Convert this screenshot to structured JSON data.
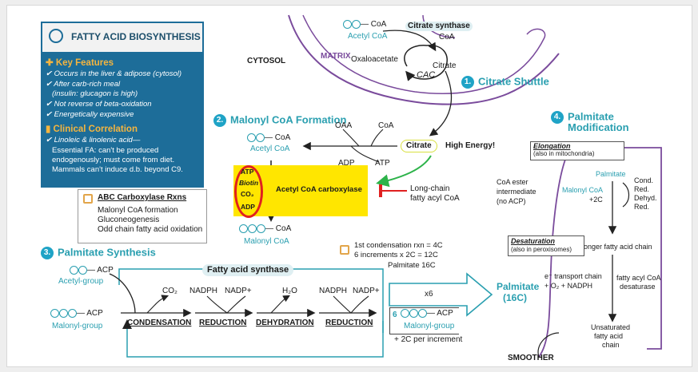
{
  "sidebar": {
    "title": "FATTY ACID BIOSYNTHESIS",
    "key_features_heading": "Key Features",
    "features": [
      "Occurs in the liver & adipose (cytosol)",
      "After carb-rich meal",
      "(insulin: glucagon is high)",
      "Not reverse of beta-oxidation",
      "Energetically expensive"
    ],
    "clinical_heading": "Clinical Correlation",
    "clinical_items": [
      "Linoleic & linolenic acid—",
      "Essential FA: can't be produced",
      "endogenously; must come from diet.",
      "Mammals can't induce d.b. beyond C9."
    ],
    "check_glyph": "✔",
    "plus_glyph": "✚"
  },
  "abc_box": {
    "title": "ABC Carboxylase Rxns",
    "items": [
      "Malonyl CoA formation",
      "Gluconeogenesis",
      "Odd chain fatty acid oxidation"
    ]
  },
  "cytosol_label": "CYTOSOL",
  "matrix_label": "MATRIX",
  "citrate_shuttle": {
    "num": "1.",
    "title": "Citrate Shuttle",
    "acetyl_coa_coa": "CoA",
    "acetyl_coa": "Acetyl CoA",
    "citrate_synthase": "Citrate synthase",
    "coa_right": "CoA",
    "oxaloacetate": "Oxaloacetate",
    "citrate": "Citrate",
    "cac": "CAC"
  },
  "malonyl_formation": {
    "num": "2.",
    "title": "Malonyl CoA Formation",
    "coa_top": "CoA",
    "acetyl_coa": "Acetyl CoA",
    "oaa": "OAA",
    "coa_right": "CoA",
    "citrate": "Citrate",
    "high_energy": "High Energy!",
    "adp": "ADP",
    "atp": "ATP",
    "cofactors": [
      "ATP",
      "Biotin",
      "CO₂",
      "ADP"
    ],
    "enzyme": "Acetyl CoA carboxylase",
    "inhibitor": [
      "Long-chain",
      "fatty acyl CoA"
    ],
    "malonyl_coa_coa": "CoA",
    "malonyl_coa": "Malonyl CoA"
  },
  "palmitate_synthesis": {
    "num": "3.",
    "title": "Palmitate Synthesis",
    "acetyl_acp": "ACP",
    "acetyl_group": "Acetyl-group",
    "malonyl_acp": "ACP",
    "malonyl_group": "Malonyl-group",
    "fas": "Fatty acid synthase",
    "co2": "CO₂",
    "nadph1": "NADPH",
    "nadp1": "NADP+",
    "h2o": "H₂O",
    "nadph2": "NADPH",
    "nadp2": "NADP+",
    "steps": [
      "CONDENSATION",
      "REDUCTION",
      "DEHYDRATION",
      "REDUCTION"
    ],
    "note_lines": [
      "1st condensation rxn = 4C",
      "6 increments x 2C = 12C",
      "Palmitate 16C"
    ],
    "x6": "x6",
    "six": "6",
    "loop_acp": "ACP",
    "loop_group": "Malonyl-group",
    "plus_2c": "+ 2C per increment",
    "palmitate": "Palmitate",
    "palmitate_c": "(16C)"
  },
  "palmitate_modification": {
    "num": "4.",
    "title": [
      "Palmitate",
      "Modification"
    ],
    "elongation": "Elongation",
    "elongation_note": "(also in mitochondria)",
    "palmitate": "Palmitate",
    "malonyl_coa": "Malonyl CoA",
    "plus_2c": "+2C",
    "coa_ester": [
      "CoA ester",
      "intermediate",
      "(no ACP)"
    ],
    "cond_steps": [
      "Cond.",
      "Red.",
      "Dehyd.",
      "Red."
    ],
    "longer_chain": "Longer fatty acid chain",
    "desaturation": "Desaturation",
    "desaturation_note": "(also in peroxisomes)",
    "etc": [
      "e⁻ transport chain",
      "+ O₂ + NADPH"
    ],
    "desaturase": [
      "fatty acyl CoA",
      "desaturase"
    ],
    "unsaturated": [
      "Unsaturated",
      "fatty acid",
      "chain"
    ],
    "smoother": "SMOOTHER"
  },
  "colors": {
    "teal": "#2a9fb0",
    "purple": "#7a4b9c",
    "yellow": "#ffe600",
    "red": "#e02020",
    "green": "#2db34a",
    "navy": "#1d6d99"
  }
}
